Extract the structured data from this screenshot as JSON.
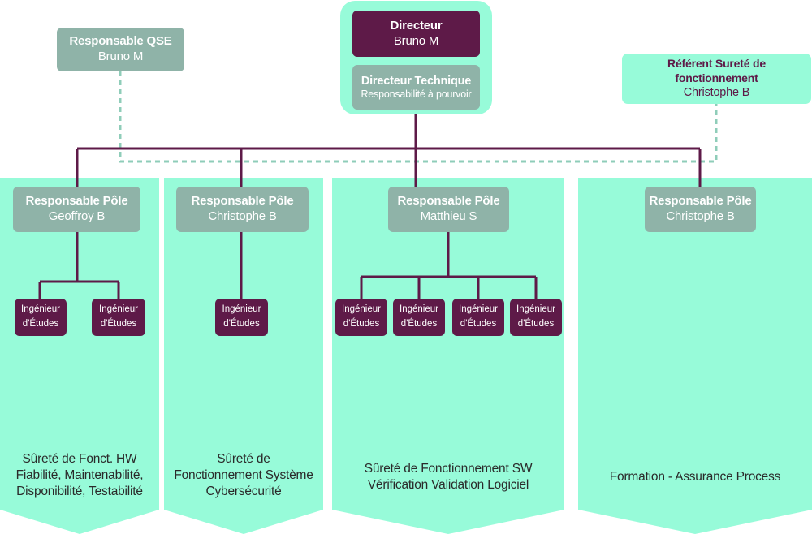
{
  "director": {
    "title": "Directeur",
    "name": "Bruno M"
  },
  "tech_director": {
    "title": "Directeur Technique",
    "name": "Responsabilité à pourvoir"
  },
  "qse": {
    "title": "Responsable QSE",
    "name": "Bruno M"
  },
  "referent": {
    "title_line1": "Référent Sureté de",
    "title_line2": "fonctionnement",
    "name": "Christophe  B"
  },
  "poles": [
    {
      "title": "Responsable Pôle",
      "name": "Geoffroy B",
      "engineers": [
        "Ingénieur d'Études",
        "Ingénieur d'Études"
      ],
      "desc": [
        "Sûreté de Fonct. HW",
        "Fiabilité, Maintenabilité,",
        "Disponibilité, Testabilité"
      ]
    },
    {
      "title": "Responsable Pôle",
      "name": "Christophe B",
      "engineers": [
        "Ingénieur d'Études"
      ],
      "desc": [
        "Sûreté de",
        "Fonctionnement Système",
        "Cybersécurité"
      ]
    },
    {
      "title": "Responsable Pôle",
      "name": "Matthieu S",
      "engineers": [
        "Ingénieur d'Études",
        "Ingénieur d'Études",
        "Ingénieur d'Études",
        "Ingénieur d'Études"
      ],
      "desc": [
        "Sûreté de Fonctionnement SW",
        "Vérification Validation Logiciel"
      ]
    },
    {
      "title": "Responsable Pôle",
      "name": "Christophe B",
      "engineers": [],
      "desc": [
        "Formation - Assurance Process"
      ]
    }
  ],
  "engineer_label": {
    "line1": "Ingénieur",
    "line2": "d'Études"
  },
  "colors": {
    "mint": "#97fbd9",
    "plum": "#5e1a48",
    "grey": "#8fb3a8",
    "dotted": "#8fcdb9"
  }
}
